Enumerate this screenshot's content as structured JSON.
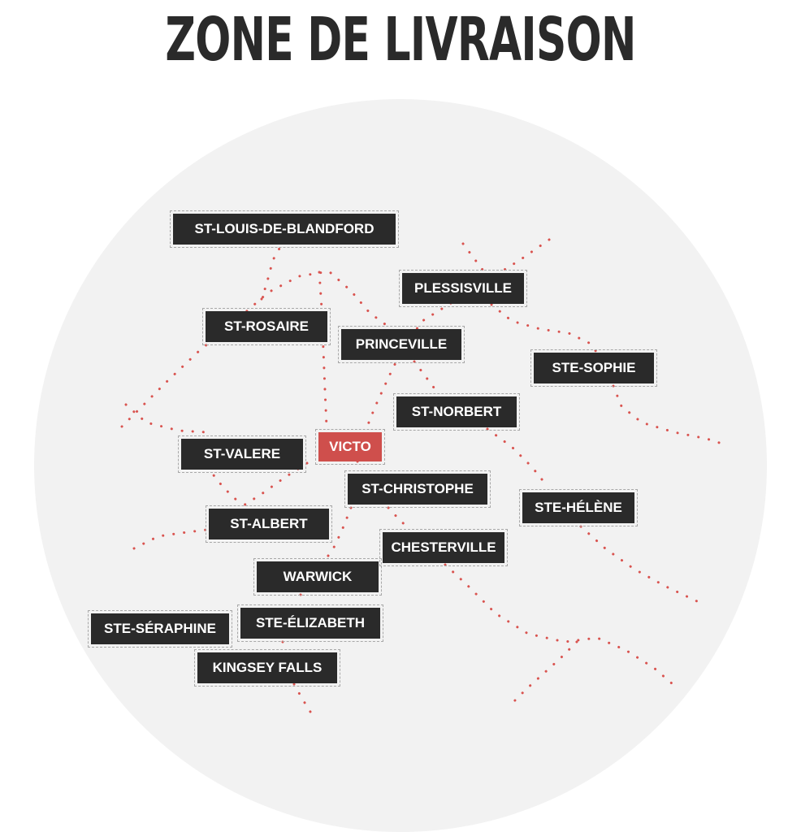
{
  "title": "ZONE DE LIVRAISON",
  "colors": {
    "route": "#d9534f",
    "label_bg": "#2a2a2a",
    "center_bg": "#cf4f4c",
    "circle_bg": "#f2f2f2"
  },
  "towns": {
    "st_louis_de_blandford": "ST-LOUIS-DE-BLANDFORD",
    "plessisville": "PLESSISVILLE",
    "st_rosaire": "ST-ROSAIRE",
    "princeville": "PRINCEVILLE",
    "ste_sophie": "STE-SOPHIE",
    "st_norbert": "ST-NORBERT",
    "st_valere": "ST-VALERE",
    "victo": "VICTO",
    "st_christophe": "ST-CHRISTOPHE",
    "ste_helene": "STE-HÉLÈNE",
    "st_albert": "ST-ALBERT",
    "chesterville": "CHESTERVILLE",
    "warwick": "WARWICK",
    "ste_seraphine": "STE-SÉRAPHINE",
    "ste_elizabeth": "STE-ÉLIZABETH",
    "kingsey_falls": "KINGSEY FALLS"
  }
}
